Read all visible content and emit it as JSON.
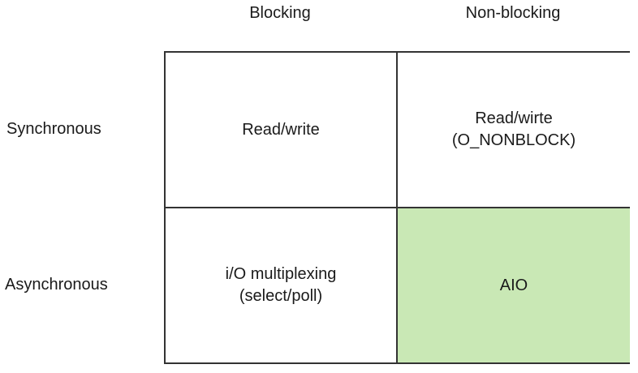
{
  "columns": [
    "Blocking",
    "Non-blocking"
  ],
  "rows": [
    "Synchronous",
    "Asynchronous"
  ],
  "cells": {
    "sync_blocking": {
      "lines": [
        "Read/write"
      ]
    },
    "sync_nonblocking": {
      "lines": [
        "Read/wirte",
        "(O_NONBLOCK)"
      ]
    },
    "async_blocking": {
      "lines": [
        "i/O multiplexing",
        "(select/poll)"
      ]
    },
    "async_nonblocking": {
      "lines": [
        "AIO"
      ],
      "highlight_color": "#c9e8b5"
    }
  },
  "colors": {
    "border": "#333333",
    "highlight": "#c9e8b5",
    "text": "#1a1a1a",
    "background": "#ffffff"
  }
}
